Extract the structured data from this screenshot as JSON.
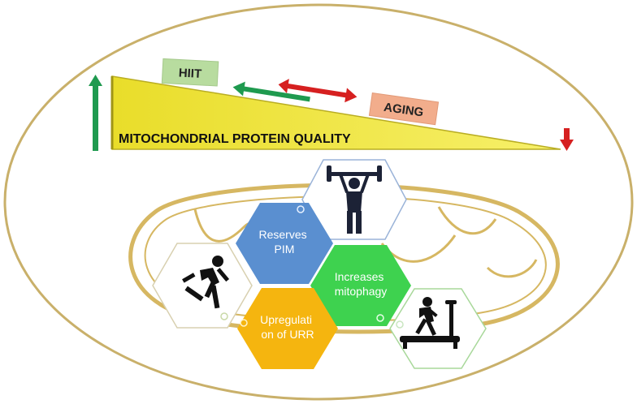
{
  "top": {
    "hiit_label": "HIIT",
    "aging_label": "AGING",
    "quality_label": "MITOCHONDRIAL PROTEIN QUALITY"
  },
  "hexagons": {
    "reserves": "Reserves\nPIM",
    "mitophagy": "Increases\nmitophagy",
    "upregulation": "Upregulati\non of URR"
  },
  "icons": [
    "weightlifter-icon",
    "runner-icon",
    "treadmill-icon"
  ],
  "colors": {
    "ellipse_border": "#c9b06a",
    "wedge": "#f3ea3a",
    "hiit_box": "#b8dc9f",
    "aging_box": "#f2ad8c",
    "up_arrow": "#1f9a4f",
    "down_arrow": "#d62020",
    "green_arrow": "#1f9a4f",
    "red_arrow": "#d62020",
    "hex_blue": "#5a8fd0",
    "hex_green": "#3ed24f",
    "hex_orange": "#f5b50f",
    "mito_outline": "#d4b45a"
  }
}
